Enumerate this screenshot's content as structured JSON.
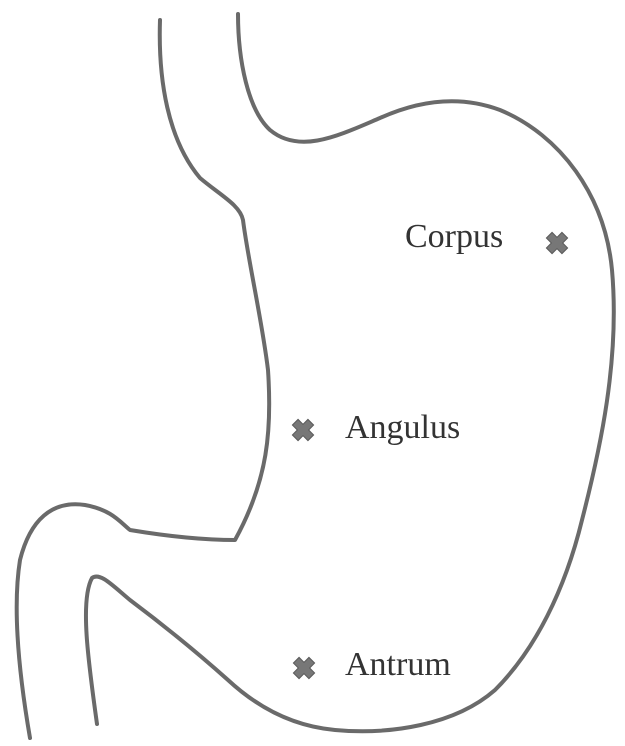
{
  "diagram": {
    "labels": {
      "corpus": "Corpus",
      "angulus": "Angulus",
      "antrum": "Antrum"
    },
    "colors": {
      "outline": "#6a6a6a",
      "marker": "#777777",
      "text": "#333333"
    },
    "marker_icon": "cross-mark-icon"
  }
}
